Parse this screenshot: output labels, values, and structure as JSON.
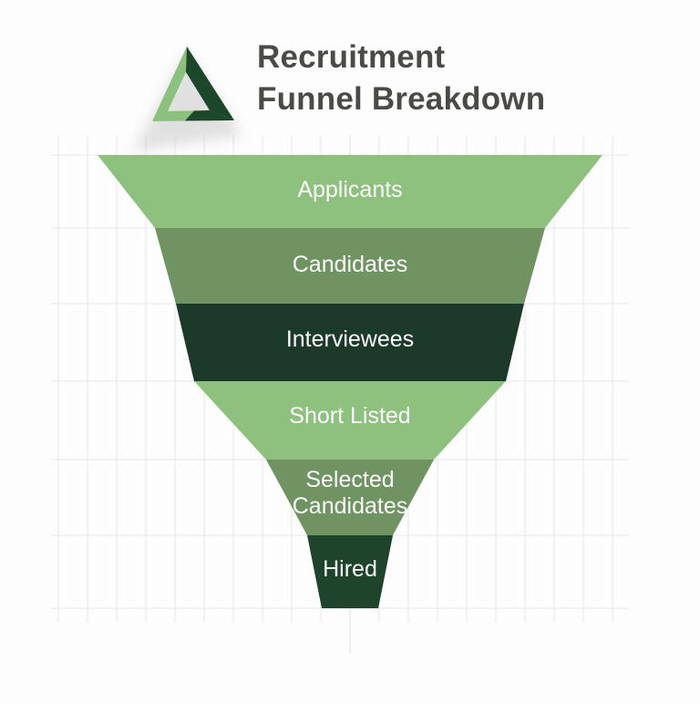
{
  "title": {
    "line1": "Recruitment",
    "line2": "Funnel Breakdown",
    "color": "#4b4a47"
  },
  "logo": {
    "icon": "triangle-logo-icon",
    "light_color": "#8cc07d",
    "dark_color": "#1d472a",
    "shadow_color": "#c2c2c2"
  },
  "palette": {
    "light_green": "#8dc17d",
    "olive_green": "#6f9461",
    "dark_green": "#1c3a29",
    "stem_dark_green": "#1e452c",
    "grid_line": "#e6e6ea",
    "background": "#fdfdfd",
    "label_text": "#fbfbfb"
  },
  "funnel": {
    "stages": [
      {
        "label": "Applicants",
        "color": "#8dc17d"
      },
      {
        "label": "Candidates",
        "color": "#6f9461"
      },
      {
        "label": "Interviewees",
        "color": "#1c3a29"
      },
      {
        "label": "Short Listed",
        "color": "#8dc17d"
      },
      {
        "label": "Selected Candidates",
        "color": "#6f9461"
      },
      {
        "label": "Hired",
        "color": "#1e452c"
      }
    ]
  }
}
